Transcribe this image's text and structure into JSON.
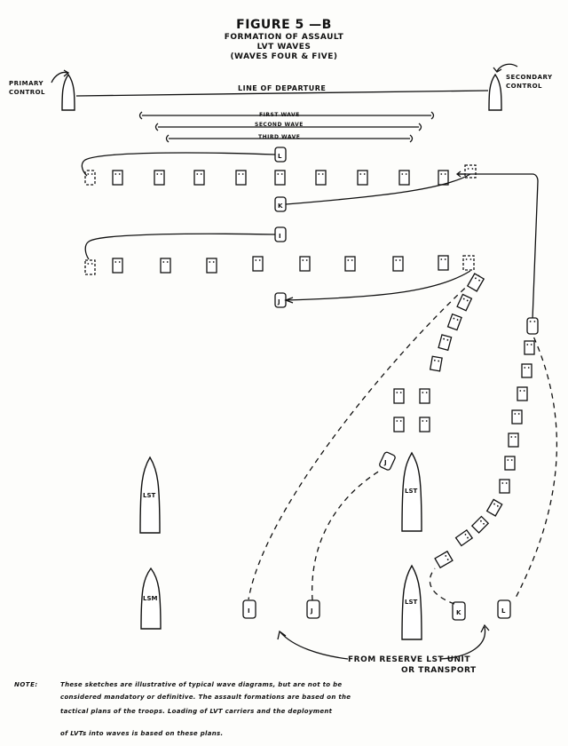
{
  "figure": {
    "title": "FIGURE 5 —B",
    "subtitle_1": "FORMATION OF ASSAULT",
    "subtitle_2": "LVT WAVES",
    "subtitle_3": "(WAVES FOUR & FIVE)"
  },
  "controls": {
    "primary": "PRIMARY\nCONTROL",
    "secondary": "SECONDARY\nCONTROL",
    "line_of_departure": "LINE OF DEPARTURE"
  },
  "waves": {
    "first": "FIRST WAVE",
    "second": "SECOND WAVE",
    "third": "THIRD WAVE"
  },
  "vehicle_labels": {
    "L": "L",
    "K": "K",
    "I": "I",
    "J": "J"
  },
  "ship_labels": {
    "lst": "LST",
    "lsm": "LSM"
  },
  "reserve": {
    "line_1": "FROM RESERVE LST UNIT",
    "line_2": "OR TRANSPORT"
  },
  "note": {
    "label": "NOTE:",
    "line_1": "These sketches are illustrative of typical wave diagrams, but are not to be",
    "line_2": "considered mandatory or definitive. The assault formations are based on the",
    "line_3": "tactical plans of the troops. Loading of LVT carriers and the deployment",
    "line_4": "of LVTs into waves is based on these plans."
  }
}
